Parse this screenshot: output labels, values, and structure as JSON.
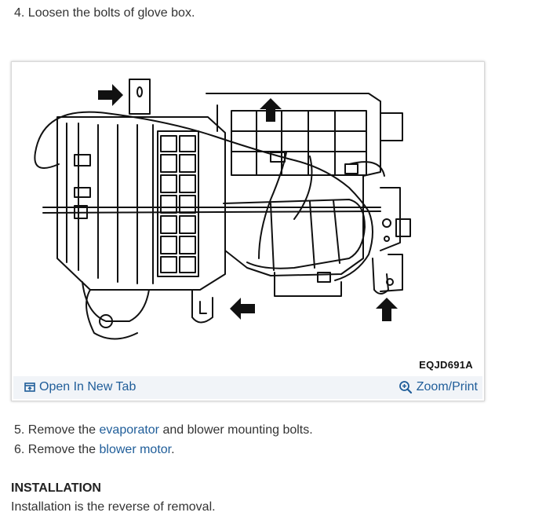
{
  "steps": {
    "step4": {
      "number": "4.",
      "text": "Loosen the bolts of glove box."
    },
    "step5": {
      "number": "5.",
      "before": "Remove the ",
      "link": "evaporator",
      "after": " and blower mounting bolts."
    },
    "step6": {
      "number": "6.",
      "before": "Remove the ",
      "link": "blower motor",
      "after": "."
    }
  },
  "figure": {
    "code": "EQJD691A",
    "open_tab_label": "Open In New Tab",
    "zoom_label": "Zoom/Print",
    "open_tab_icon": "open-in-new-tab-icon",
    "zoom_icon": "zoom-in-icon"
  },
  "installation": {
    "heading": "INSTALLATION",
    "text": "Installation is the reverse of removal."
  },
  "colors": {
    "link": "#1f5d99",
    "text": "#333333",
    "bar_background": "#f1f4f8"
  }
}
